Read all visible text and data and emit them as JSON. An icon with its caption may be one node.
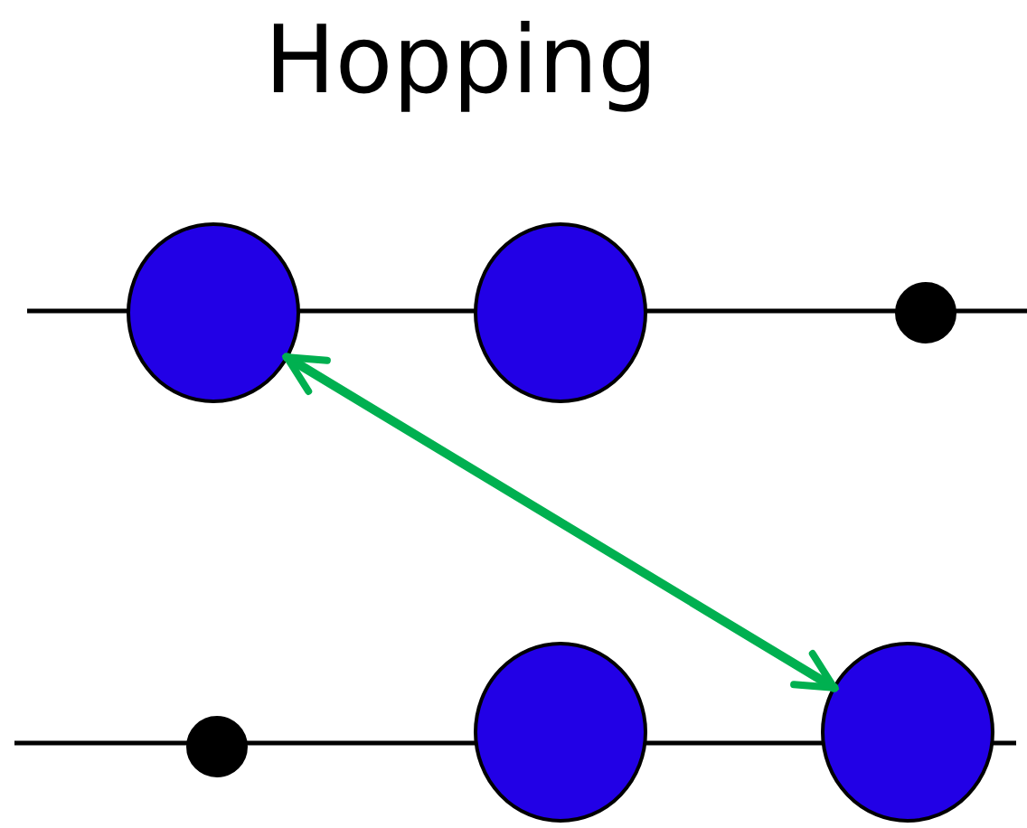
{
  "diagram": {
    "title": "Hopping",
    "nodes": [
      {
        "text": [],
        "shape": "circle"
      },
      {
        "text": [],
        "shape": "circle"
      },
      {
        "text": [],
        "shape": "dot"
      },
      {
        "text": [],
        "shape": "dot"
      },
      {
        "text": [],
        "shape": "circle"
      },
      {
        "text": [],
        "shape": "circle"
      }
    ],
    "edges": [
      {
        "from": 0,
        "to": 5,
        "arrow": "both"
      }
    ]
  }
}
